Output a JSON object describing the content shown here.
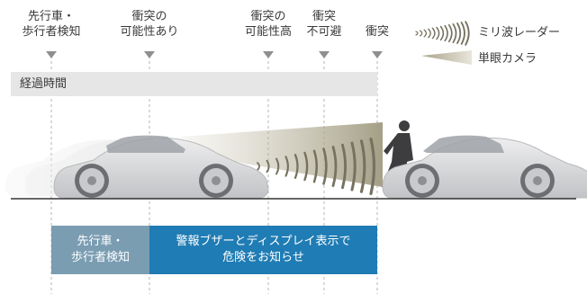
{
  "stage_labels": [
    {
      "lines": [
        "先行車・",
        "歩行者検知"
      ]
    },
    {
      "lines": [
        "衝突の",
        "可能性あり"
      ]
    },
    {
      "lines": [
        "衝突の",
        "可能性高"
      ]
    },
    {
      "lines": [
        "衝突",
        "不可避"
      ]
    },
    {
      "lines": [
        "衝突"
      ]
    }
  ],
  "legend": {
    "radar": "ミリ波レーダー",
    "camera": "単眼カメラ"
  },
  "time_band": "経過時間",
  "phase_boxes": [
    {
      "lines": [
        "先行車・",
        "歩行者検知"
      ],
      "color": "#7a9db2"
    },
    {
      "lines": [
        "警報ブザーとディスプレイ表示で",
        "危険をお知らせ"
      ],
      "color": "#1f7cb4"
    }
  ],
  "colors": {
    "camera_beam": "#b7b19b",
    "radar_waves": "#76725f",
    "time_band": "#e6e6e6",
    "dashed_guides": "#b5b5b5",
    "car_body": "#d9dadc",
    "ground": "#333333"
  }
}
